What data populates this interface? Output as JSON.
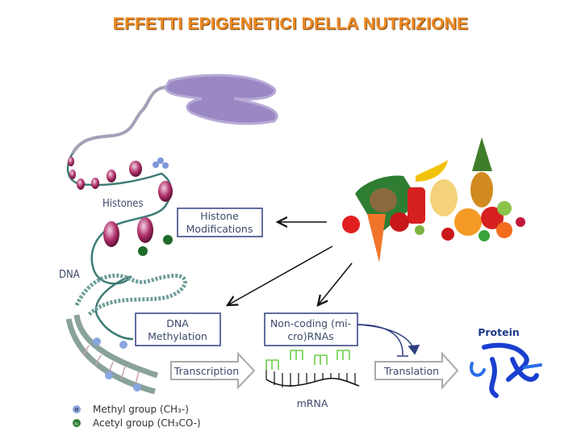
{
  "title": "EFFETTI EPIGENETICI DELLA NUTRIZIONE",
  "labels": {
    "histones": "Histones",
    "dna": "DNA",
    "mrna": "mRNA",
    "protein": "Protein"
  },
  "boxes": {
    "histone_mod": [
      "Histone",
      "Modifications"
    ],
    "dna_methylation": [
      "DNA",
      "Methylation"
    ],
    "noncoding": [
      "Non-coding (mi-",
      "cro)RNAs"
    ]
  },
  "process_arrows": {
    "transcription": "Transcription",
    "translation": "Translation"
  },
  "legend": [
    {
      "symbol": "M",
      "label": "Methyl group (CH₃-)",
      "color": "#8aa6e0"
    },
    {
      "symbol": "Ac",
      "label": "Acetyl group (CH₃CO-)",
      "color": "#2f7d2f"
    }
  ],
  "colors": {
    "title": "#ee8a22",
    "box_border": "#2e3f7f",
    "chromosome": "#9a88c4",
    "histone": "#b0306a",
    "protein": "#1a3fcf",
    "mrna_green": "#6ccf4a"
  }
}
